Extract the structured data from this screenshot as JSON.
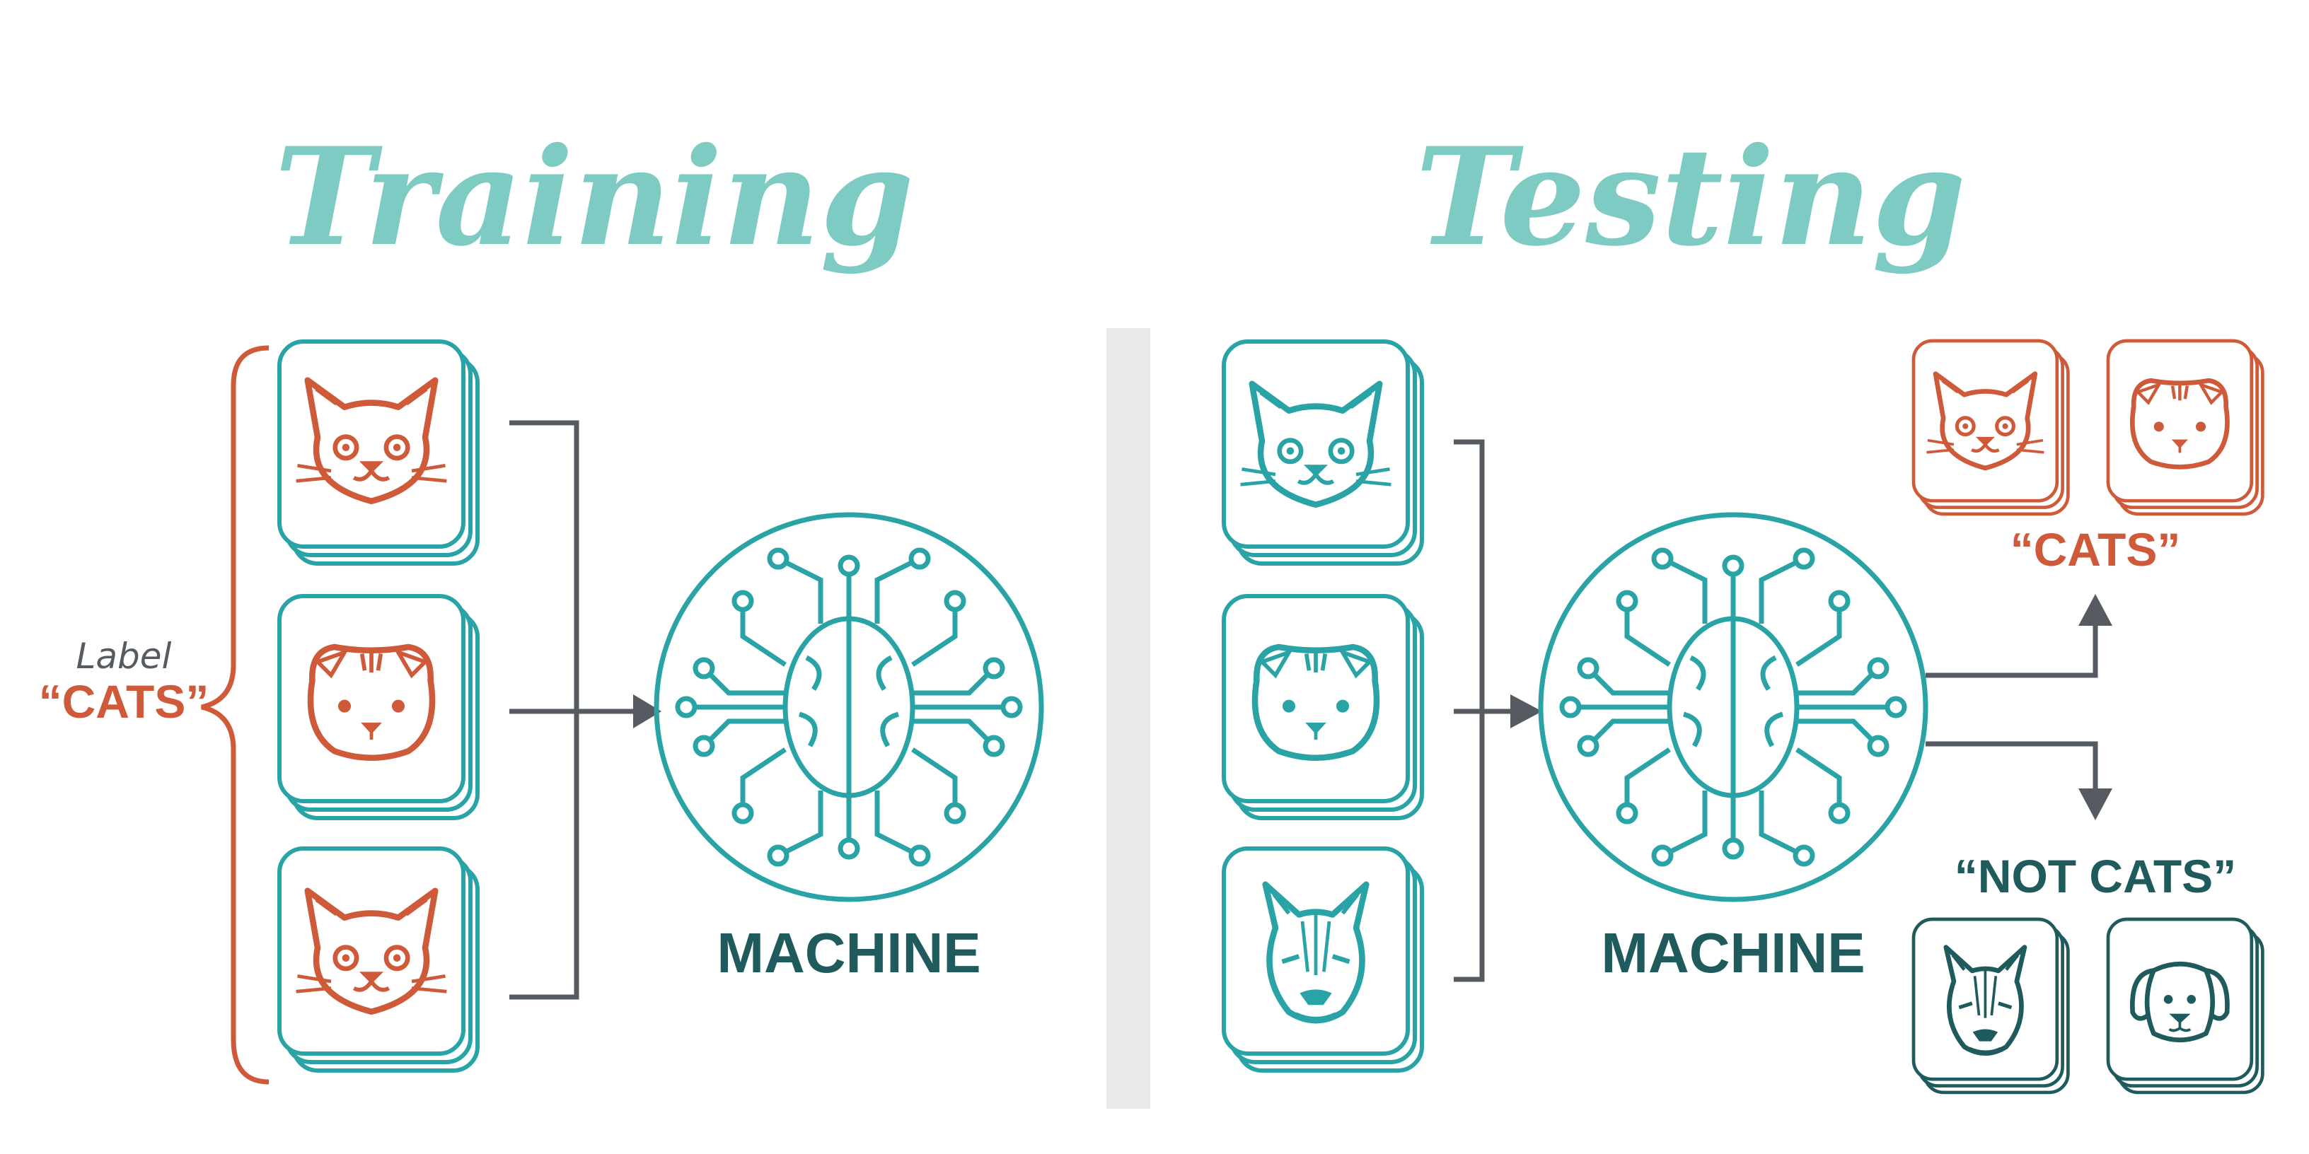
{
  "panels": {
    "training": {
      "title": "Training",
      "label_small": "Label",
      "label_big": "“CATS”",
      "machine_label": "MACHINE"
    },
    "testing": {
      "title": "Testing",
      "machine_label": "MACHINE",
      "output_cats": "“CATS”",
      "output_not_cats": "“NOT CATS”"
    }
  },
  "colors": {
    "title": "#7ecbc3",
    "teal": "#2aa3a6",
    "orange": "#cf5a3a",
    "dark_teal": "#1f5a5c",
    "arrow": "#555b60",
    "divider": "#e6e6e6"
  },
  "icons": {
    "training_inputs": [
      "cat-face-icon",
      "folded-ear-cat-icon",
      "cat-face-icon"
    ],
    "testing_inputs": [
      "cat-face-icon",
      "folded-ear-cat-icon",
      "dog-face-icon"
    ],
    "cats_outputs": [
      "cat-face-icon",
      "folded-ear-cat-icon"
    ],
    "not_cats_outputs": [
      "dog-face-icon",
      "puppy-face-icon"
    ],
    "machine": "brain-circuit-icon"
  }
}
